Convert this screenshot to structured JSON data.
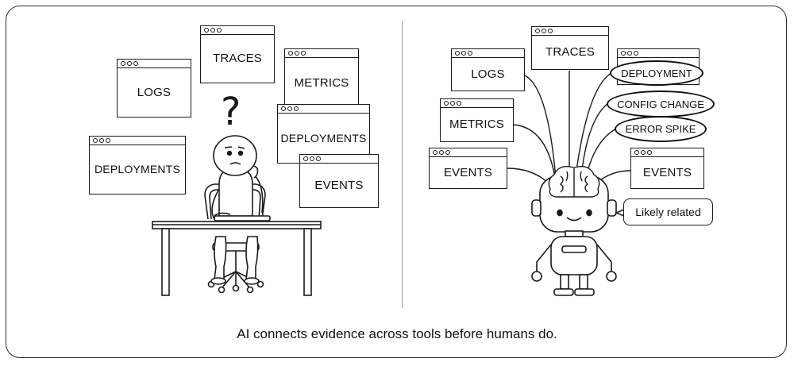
{
  "left_panel": {
    "windows": {
      "logs": "LOGS",
      "traces": "TRACES",
      "metrics": "METRICS",
      "deployments_right": "DEPLOYMENTS",
      "deployments_left": "DEPLOYMENTS",
      "events": "EVENTS"
    },
    "question_mark": "?"
  },
  "right_panel": {
    "windows": {
      "logs": "LOGS",
      "traces": "TRACES",
      "metrics": "METRICS",
      "events_left": "EVENTS",
      "events_right": "EVENTS"
    },
    "highlights": {
      "deployment": "DEPLOYMENT",
      "config_change": "CONFIG CHANGE",
      "error_spike": "ERROR SPIKE"
    },
    "speech_bubble": "Likely related"
  },
  "caption": "AI connects evidence across tools before humans do."
}
